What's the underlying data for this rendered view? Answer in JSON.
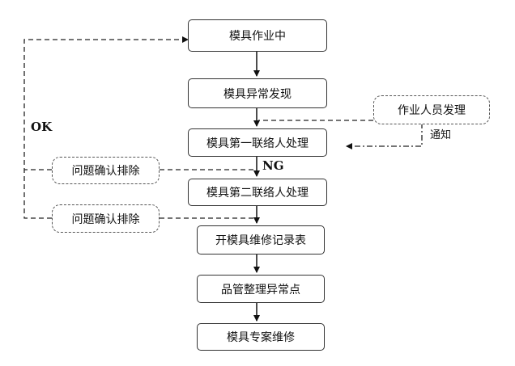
{
  "steps": [
    "模具作业中",
    "模具异常发现",
    "模具第一联络人处理",
    "模具第二联络人处理",
    "开模具维修记录表",
    "品管整理异常点",
    "模具专案维修"
  ],
  "side": {
    "operator": "作业人员发理",
    "confirm_1": "问题确认排除",
    "confirm_2": "问题确认排除"
  },
  "labels": {
    "ok": "OK",
    "ng": "NG",
    "notify": "通知"
  }
}
